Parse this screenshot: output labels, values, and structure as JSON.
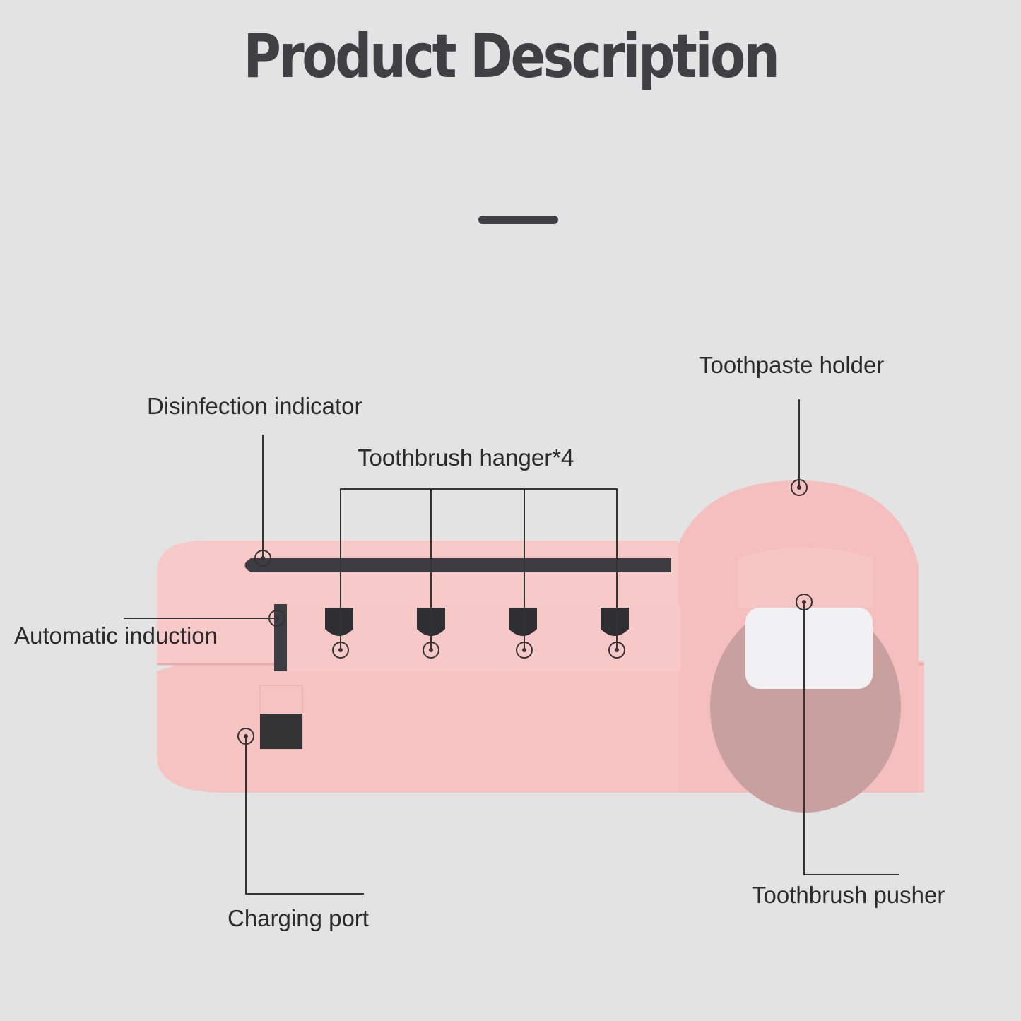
{
  "title": "Product Description",
  "colors": {
    "body": "#f5c3c2",
    "dark": "#3c3c42",
    "background": "#e3e3e3"
  },
  "labels": {
    "disinfection_indicator": "Disinfection indicator",
    "toothbrush_hanger": "Toothbrush hanger*4",
    "toothpaste_holder": "Toothpaste holder",
    "automatic_induction": "Automatic induction",
    "charging_port": "Charging port",
    "toothbrush_pusher": "Toothbrush pusher"
  }
}
